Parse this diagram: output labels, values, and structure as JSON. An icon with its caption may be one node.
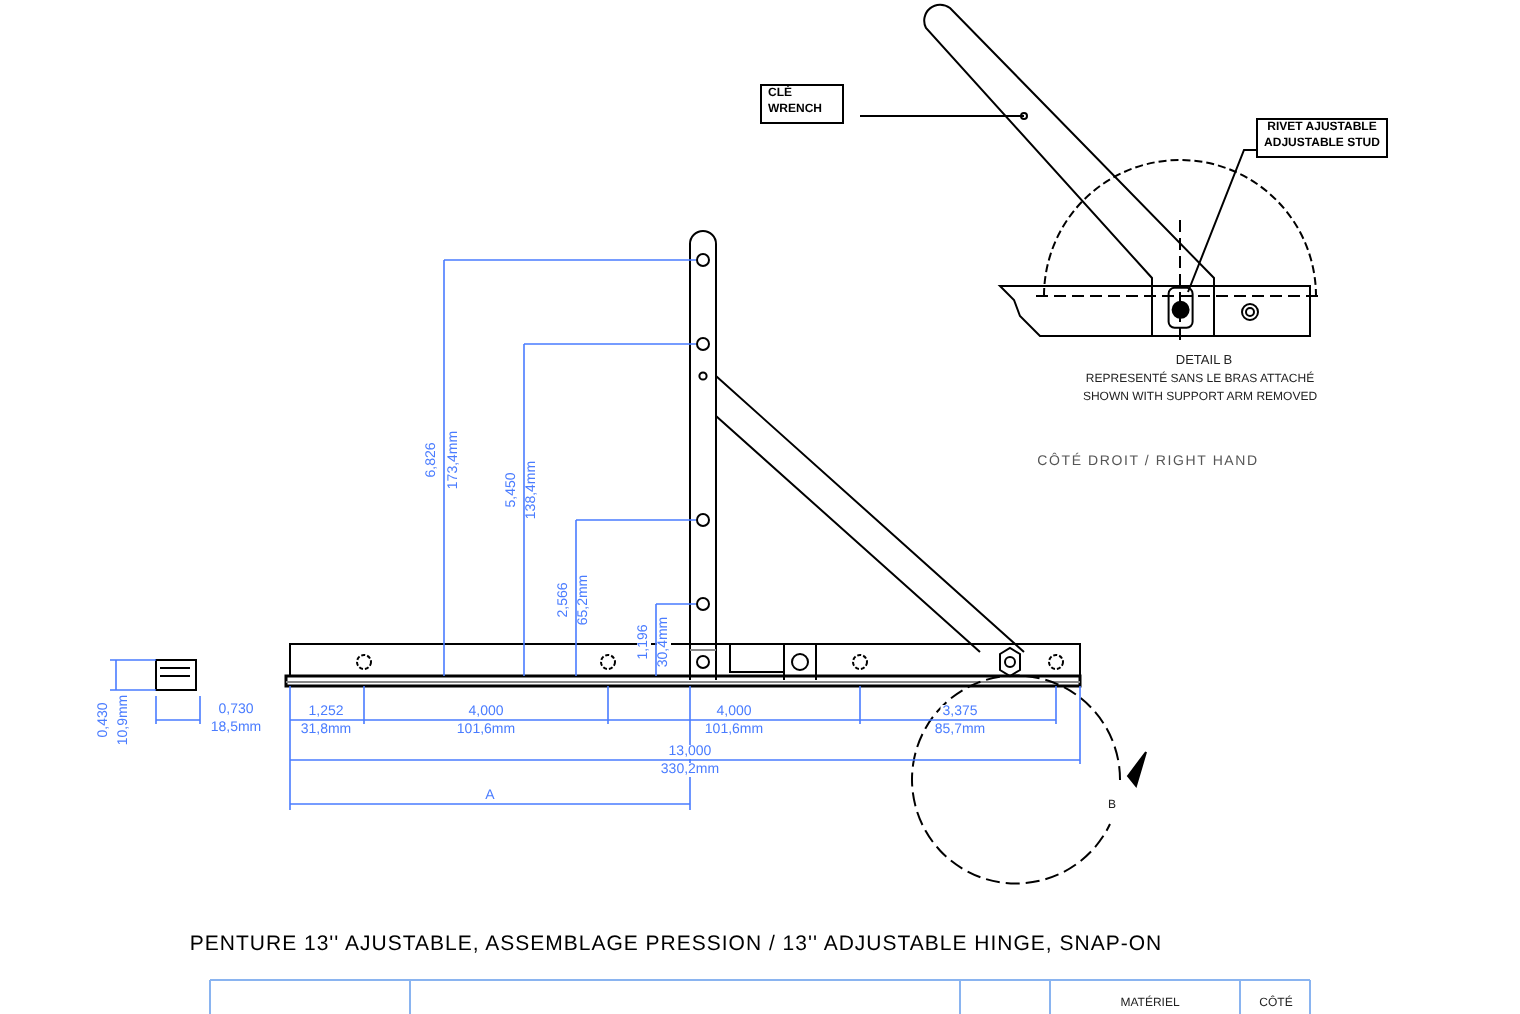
{
  "diagram": {
    "title": "PENTURE 13'' AJUSTABLE, ASSEMBLAGE PRESSION / 13'' ADJUSTABLE HINGE, SNAP-ON",
    "nodes": [
      {
        "text": [
          "CLÉ WRENCH"
        ]
      },
      {
        "text": [],
        "shape": "picture"
      },
      {
        "text": [
          "RIVET AJUSTABLE ADJUSTABLE STUD"
        ]
      },
      {
        "text": [],
        "shape": "picture",
        "in": 1
      }
    ],
    "edges": [
      {
        "from": 0,
        "to": 1,
        "arrow": "other"
      },
      {
        "from": 2,
        "to": 3,
        "arrow": "none"
      }
    ],
    "labels": [
      "DETAIL B",
      "REPRESENTÉ SANS LE BRAS ATTACHÉ",
      "SHOWN WITH SUPPORT ARM REMOVED",
      "CÔTÉ DROIT / RIGHT HAND",
      "6,826",
      "173,4mm",
      "5,450",
      "138,4mm",
      "2,566",
      "65,2mm",
      "1,196",
      "30,4mm",
      "0,430",
      "10,9mm",
      "0,730",
      "18,5mm",
      "1,252",
      "31,8mm",
      "4,000",
      "101,6mm",
      "4,000",
      "101,6mm",
      "3,375",
      "85,7mm",
      "13,000",
      "330,2mm",
      "A",
      "B",
      "MATÉRIEL",
      "CÔTÉ"
    ]
  }
}
